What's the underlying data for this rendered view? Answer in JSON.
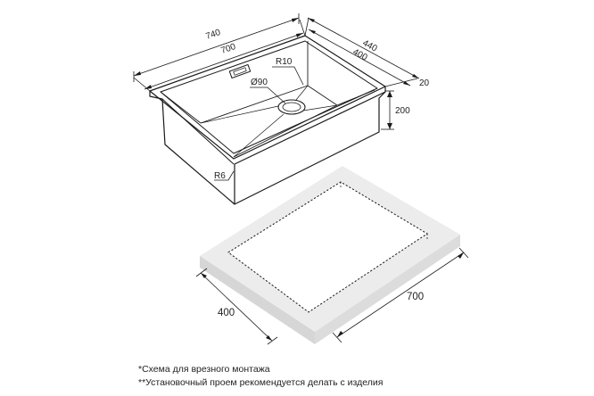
{
  "sink_dimensions": {
    "overall_length": "740",
    "inner_length": "700",
    "overall_width": "440",
    "inner_width": "400",
    "rim": "20",
    "depth": "200",
    "corner_radius_top": "R10",
    "corner_radius_bottom": "R6",
    "drain_diameter": "Ø90"
  },
  "cutout_dimensions": {
    "length": "700",
    "width": "400"
  },
  "notes": {
    "note1": "*Схема для врезного монтажа",
    "note2": "**Установочный проем рекомендуется делать с изделия"
  }
}
